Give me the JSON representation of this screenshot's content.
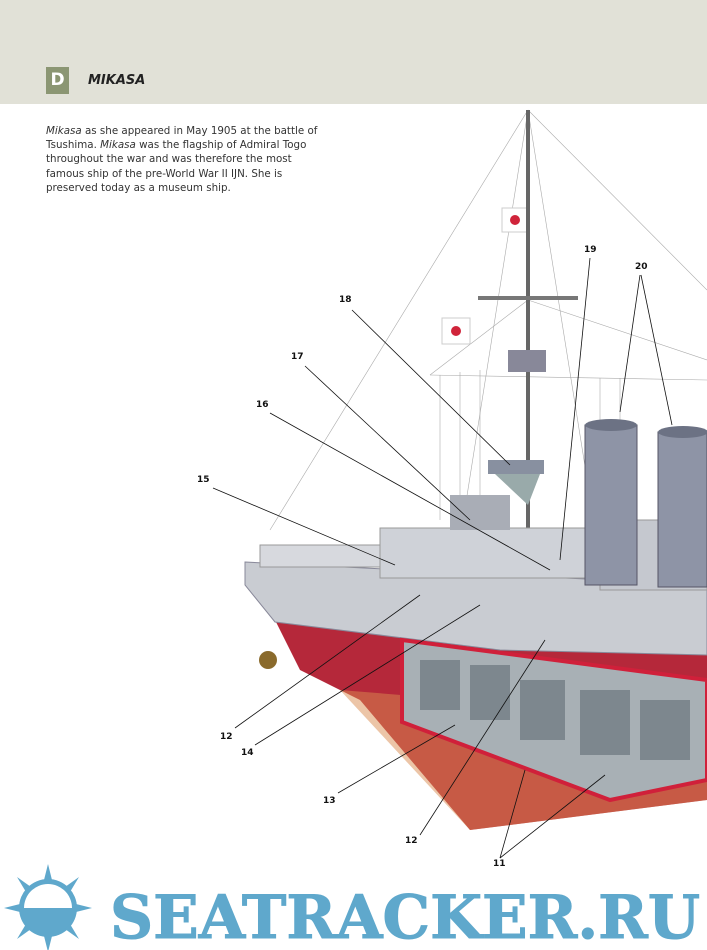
{
  "header": {
    "plate_letter": "D",
    "title": "MIKASA"
  },
  "caption": {
    "ship_name_1": "Mikasa",
    "text_1": " as she appeared in May 1905 at the battle of Tsushima. ",
    "ship_name_2": "Mikasa",
    "text_2": " was the flagship of Admiral Togo throughout the war and was therefore the most famous ship of the pre-World War II IJN. She is preserved today as a museum ship."
  },
  "callouts": [
    "18",
    "19",
    "20",
    "17",
    "16",
    "15",
    "12",
    "14",
    "13",
    "12",
    "11"
  ],
  "watermark": {
    "text": "SEATRACKER.RU"
  },
  "colors": {
    "header_bg": "#e1e1d7",
    "plate": "#8b9673",
    "hull_red": "#b5283a",
    "watermark": "#5fa8cc"
  }
}
